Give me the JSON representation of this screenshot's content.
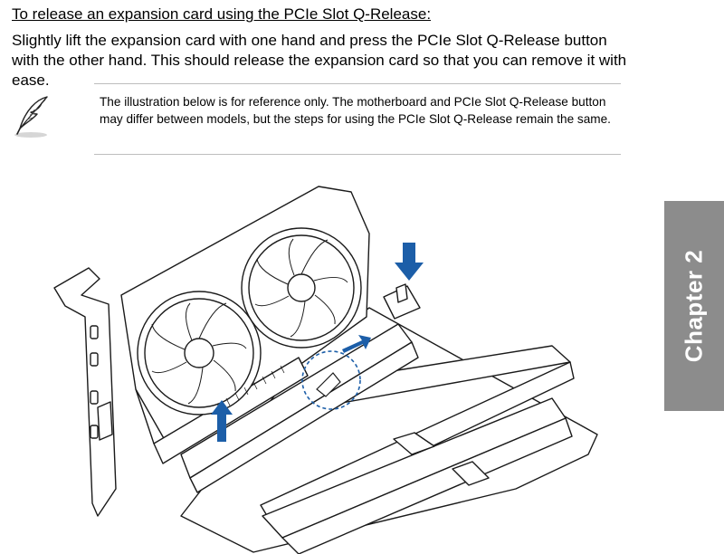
{
  "section": {
    "heading": "To release an expansion card using the PCIe Slot Q-Release:",
    "instruction": "Slightly lift the expansion card with one hand and press the PCIe Slot Q-Release button with the other hand. This should release the expansion card so that you can remove it with ease."
  },
  "note": {
    "icon": "feather-pen-icon",
    "text": "The illustration below is for reference only. The motherboard and PCIe Slot Q-Release button may differ between models, but the steps for using the PCIe Slot Q-Release remain the same."
  },
  "side_tab": {
    "label": "Chapter 2",
    "color": "#8c8c8c"
  },
  "colors": {
    "arrow": "#1c5ea8",
    "line": "#1a1a1a"
  }
}
